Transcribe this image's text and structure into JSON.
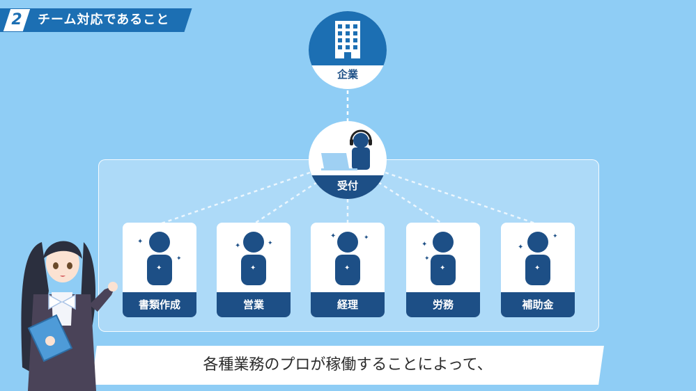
{
  "header": {
    "number": "2",
    "title": "チーム対応であること"
  },
  "company": {
    "label": "企業",
    "icon": "building-icon"
  },
  "reception": {
    "label": "受付",
    "icon": "receptionist-headset-icon"
  },
  "team": [
    {
      "label": "書類作成"
    },
    {
      "label": "営業"
    },
    {
      "label": "経理"
    },
    {
      "label": "労務"
    },
    {
      "label": "補助金"
    }
  ],
  "caption": "各種業務のプロが稼働することによって、",
  "colors": {
    "background": "#8fcdf5",
    "primary_blue": "#1c6fb3",
    "navy": "#1d4f86",
    "white": "#ffffff"
  }
}
